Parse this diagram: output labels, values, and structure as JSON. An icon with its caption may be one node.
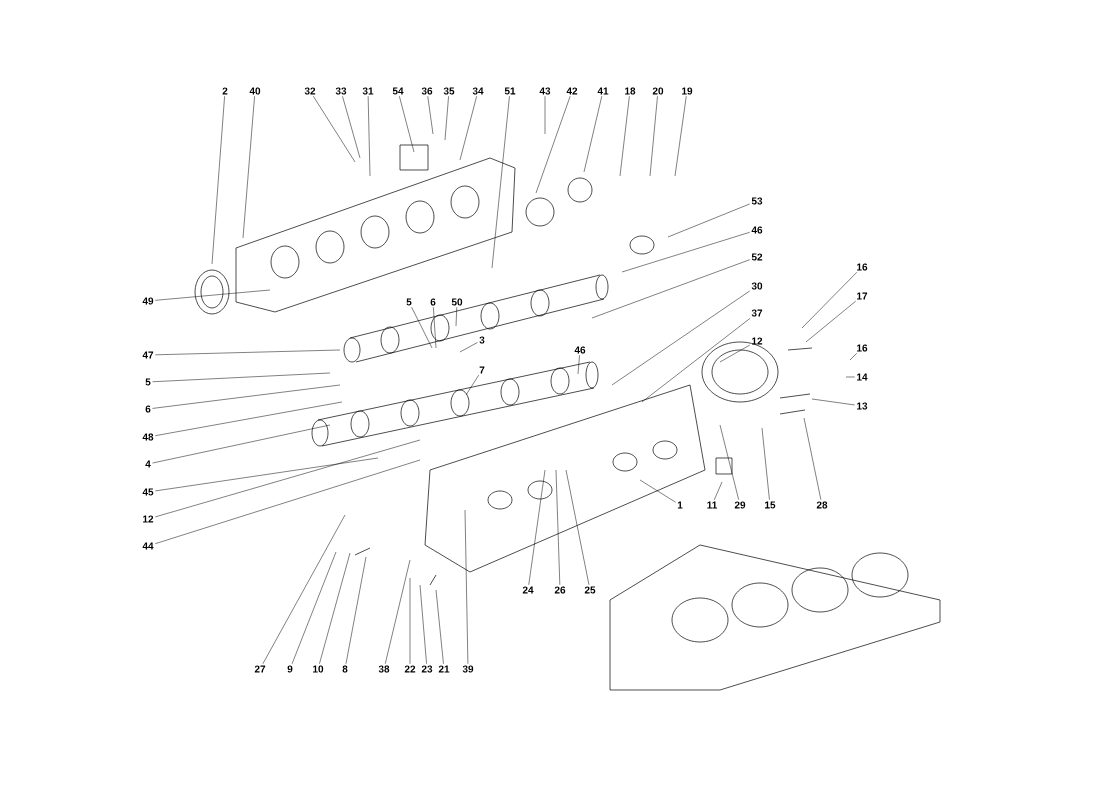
{
  "diagram": {
    "nodes": [
      {
        "text": [
          "2"
        ]
      },
      {
        "text": [
          "40"
        ]
      },
      {
        "text": [
          "32"
        ]
      },
      {
        "text": [
          "33"
        ]
      },
      {
        "text": [
          "31"
        ]
      },
      {
        "text": [
          "54"
        ]
      },
      {
        "text": [
          "36"
        ]
      },
      {
        "text": [
          "35"
        ]
      },
      {
        "text": [
          "34"
        ]
      },
      {
        "text": [
          "51"
        ]
      },
      {
        "text": [
          "43"
        ]
      },
      {
        "text": [
          "42"
        ]
      },
      {
        "text": [
          "41"
        ]
      },
      {
        "text": [
          "18"
        ]
      },
      {
        "text": [
          "20"
        ]
      },
      {
        "text": [
          "19"
        ]
      },
      {
        "text": [
          "53"
        ]
      },
      {
        "text": [
          "46"
        ]
      },
      {
        "text": [
          "52"
        ]
      },
      {
        "text": [
          "16"
        ]
      },
      {
        "text": [
          "30"
        ]
      },
      {
        "text": [
          "17"
        ]
      },
      {
        "text": [
          "49"
        ]
      },
      {
        "text": [
          "5"
        ]
      },
      {
        "text": [
          "6"
        ]
      },
      {
        "text": [
          "50"
        ]
      },
      {
        "text": [
          "37"
        ]
      },
      {
        "text": [
          "12"
        ]
      },
      {
        "text": [
          "3"
        ]
      },
      {
        "text": [
          "46"
        ]
      },
      {
        "text": [
          "16"
        ]
      },
      {
        "text": [
          "47"
        ]
      },
      {
        "text": [
          "7"
        ]
      },
      {
        "text": [
          "5"
        ]
      },
      {
        "text": [
          "14"
        ]
      },
      {
        "text": [
          "13"
        ]
      },
      {
        "text": [
          "6"
        ]
      },
      {
        "text": [
          "48"
        ]
      },
      {
        "text": [
          "4"
        ]
      },
      {
        "text": [
          "45"
        ]
      },
      {
        "text": [
          "12"
        ]
      },
      {
        "text": [
          "1"
        ]
      },
      {
        "text": [
          "11"
        ]
      },
      {
        "text": [
          "29"
        ]
      },
      {
        "text": [
          "15"
        ]
      },
      {
        "text": [
          "28"
        ]
      },
      {
        "text": [
          "44"
        ]
      },
      {
        "text": [
          "24"
        ]
      },
      {
        "text": [
          "26"
        ]
      },
      {
        "text": [
          "25"
        ]
      },
      {
        "text": [
          "27"
        ]
      },
      {
        "text": [
          "9"
        ]
      },
      {
        "text": [
          "10"
        ]
      },
      {
        "text": [
          "8"
        ]
      },
      {
        "text": [
          "38"
        ]
      },
      {
        "text": [
          "22"
        ]
      },
      {
        "text": [
          "23"
        ]
      },
      {
        "text": [
          "21"
        ]
      },
      {
        "text": [
          "39"
        ]
      }
    ],
    "edges": [
      {
        "from": 0,
        "to": null,
        "arrow": "none"
      },
      {
        "from": 1,
        "to": null,
        "arrow": "none"
      },
      {
        "from": 2,
        "to": null,
        "arrow": "none"
      },
      {
        "from": 3,
        "to": null,
        "arrow": "none"
      },
      {
        "from": 4,
        "to": null,
        "arrow": "none"
      },
      {
        "from": 5,
        "to": null,
        "arrow": "none"
      },
      {
        "from": 6,
        "to": null,
        "arrow": "none"
      },
      {
        "from": 7,
        "to": null,
        "arrow": "none"
      },
      {
        "from": 8,
        "to": null,
        "arrow": "none"
      },
      {
        "from": 9,
        "to": null,
        "arrow": "none"
      },
      {
        "from": 10,
        "to": null,
        "arrow": "none"
      },
      {
        "from": 11,
        "to": null,
        "arrow": "none"
      },
      {
        "from": 12,
        "to": null,
        "arrow": "none"
      },
      {
        "from": 13,
        "to": null,
        "arrow": "none"
      },
      {
        "from": 14,
        "to": null,
        "arrow": "none"
      },
      {
        "from": 15,
        "to": null,
        "arrow": "none"
      },
      {
        "from": 16,
        "to": null,
        "arrow": "none"
      },
      {
        "from": 17,
        "to": null,
        "arrow": "none"
      },
      {
        "from": 18,
        "to": null,
        "arrow": "none"
      },
      {
        "from": 19,
        "to": null,
        "arrow": "none"
      },
      {
        "from": 20,
        "to": null,
        "arrow": "none"
      },
      {
        "from": 21,
        "to": null,
        "arrow": "none"
      },
      {
        "from": 22,
        "to": null,
        "arrow": "none"
      },
      {
        "from": 23,
        "to": null,
        "arrow": "none"
      },
      {
        "from": 24,
        "to": null,
        "arrow": "none"
      },
      {
        "from": 25,
        "to": null,
        "arrow": "none"
      },
      {
        "from": 26,
        "to": null,
        "arrow": "none"
      },
      {
        "from": 27,
        "to": null,
        "arrow": "none"
      },
      {
        "from": 28,
        "to": null,
        "arrow": "none"
      },
      {
        "from": 29,
        "to": null,
        "arrow": "none"
      },
      {
        "from": 30,
        "to": null,
        "arrow": "none"
      },
      {
        "from": 31,
        "to": null,
        "arrow": "none"
      },
      {
        "from": 32,
        "to": null,
        "arrow": "none"
      },
      {
        "from": 33,
        "to": null,
        "arrow": "none"
      },
      {
        "from": 34,
        "to": null,
        "arrow": "none"
      },
      {
        "from": 35,
        "to": null,
        "arrow": "none"
      },
      {
        "from": 36,
        "to": null,
        "arrow": "none"
      },
      {
        "from": 37,
        "to": null,
        "arrow": "none"
      },
      {
        "from": 38,
        "to": null,
        "arrow": "none"
      },
      {
        "from": 39,
        "to": null,
        "arrow": "none"
      },
      {
        "from": 40,
        "to": null,
        "arrow": "none"
      },
      {
        "from": 41,
        "to": null,
        "arrow": "none"
      },
      {
        "from": 42,
        "to": null,
        "arrow": "none"
      },
      {
        "from": 43,
        "to": null,
        "arrow": "none"
      },
      {
        "from": 44,
        "to": null,
        "arrow": "none"
      },
      {
        "from": 45,
        "to": null,
        "arrow": "none"
      },
      {
        "from": 46,
        "to": null,
        "arrow": "none"
      },
      {
        "from": 47,
        "to": null,
        "arrow": "none"
      },
      {
        "from": 48,
        "to": null,
        "arrow": "none"
      },
      {
        "from": 49,
        "to": null,
        "arrow": "none"
      },
      {
        "from": 50,
        "to": null,
        "arrow": "none"
      },
      {
        "from": 51,
        "to": null,
        "arrow": "none"
      },
      {
        "from": 52,
        "to": null,
        "arrow": "none"
      },
      {
        "from": 53,
        "to": null,
        "arrow": "none"
      },
      {
        "from": 54,
        "to": null,
        "arrow": "none"
      },
      {
        "from": 55,
        "to": null,
        "arrow": "none"
      },
      {
        "from": 56,
        "to": null,
        "arrow": "none"
      },
      {
        "from": 57,
        "to": null,
        "arrow": "none"
      },
      {
        "from": 58,
        "to": null,
        "arrow": "none"
      }
    ]
  }
}
